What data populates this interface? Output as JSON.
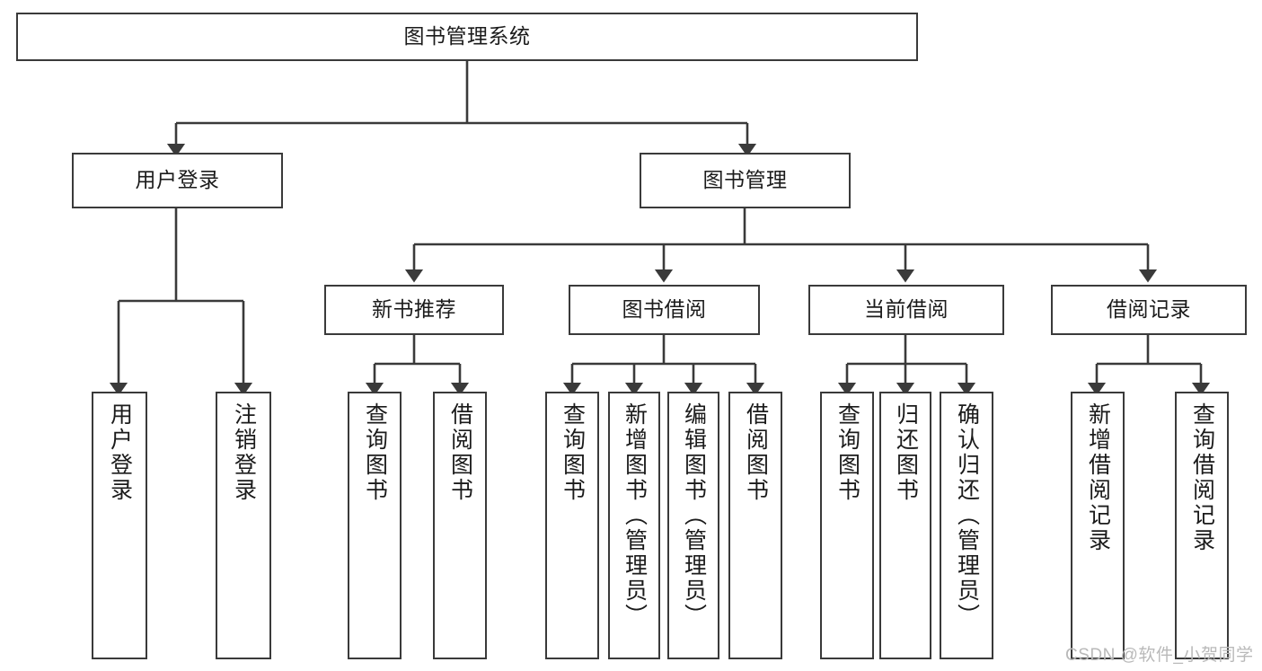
{
  "diagram": {
    "title": "图书管理系统",
    "type": "tree-hierarchy-diagram",
    "watermark": "CSDN @软件_小贺同学",
    "colors": {
      "box_border": "#3a3a3a",
      "box_fill": "#ffffff",
      "connector": "#3a3a3a",
      "text": "#1b1b1b",
      "watermark": "#b9b9b9",
      "background": "#ffffff"
    }
  },
  "nodes": {
    "root": {
      "label": "图书管理系统",
      "level": 1,
      "orientation": "horizontal"
    },
    "level2": [
      {
        "id": "user-login",
        "label": "用户登录",
        "orientation": "horizontal"
      },
      {
        "id": "book-manage",
        "label": "图书管理",
        "orientation": "horizontal"
      }
    ],
    "level3": [
      {
        "id": "new-book-recommend",
        "label": "新书推荐",
        "orientation": "horizontal"
      },
      {
        "id": "book-borrow",
        "label": "图书借阅",
        "orientation": "horizontal"
      },
      {
        "id": "current-borrow",
        "label": "当前借阅",
        "orientation": "horizontal"
      },
      {
        "id": "borrow-record",
        "label": "借阅记录",
        "orientation": "horizontal"
      }
    ],
    "leaves": {
      "user-login": [
        {
          "id": "leaf-user-login",
          "label": "用户登录",
          "orientation": "vertical"
        },
        {
          "id": "leaf-logout-login",
          "label": "注销登录",
          "orientation": "vertical"
        }
      ],
      "new-book-recommend": [
        {
          "id": "leaf-query-book-1",
          "label": "查询图书",
          "orientation": "vertical"
        },
        {
          "id": "leaf-borrow-book-1",
          "label": "借阅图书",
          "orientation": "vertical"
        }
      ],
      "book-borrow": [
        {
          "id": "leaf-query-book-2",
          "label": "查询图书",
          "orientation": "vertical"
        },
        {
          "id": "leaf-add-book",
          "label": "新增图书（管理员）",
          "orientation": "vertical"
        },
        {
          "id": "leaf-edit-book",
          "label": "编辑图书（管理员）",
          "orientation": "vertical"
        },
        {
          "id": "leaf-borrow-book-2",
          "label": "借阅图书",
          "orientation": "vertical"
        }
      ],
      "current-borrow": [
        {
          "id": "leaf-query-book-3",
          "label": "查询图书",
          "orientation": "vertical"
        },
        {
          "id": "leaf-return-book",
          "label": "归还图书",
          "orientation": "vertical"
        },
        {
          "id": "leaf-confirm-return",
          "label": "确认归还（管理员）",
          "orientation": "vertical"
        }
      ],
      "borrow-record": [
        {
          "id": "leaf-add-record",
          "label": "新增借阅记录",
          "orientation": "vertical"
        },
        {
          "id": "leaf-query-record",
          "label": "查询借阅记录",
          "orientation": "vertical"
        }
      ]
    }
  }
}
